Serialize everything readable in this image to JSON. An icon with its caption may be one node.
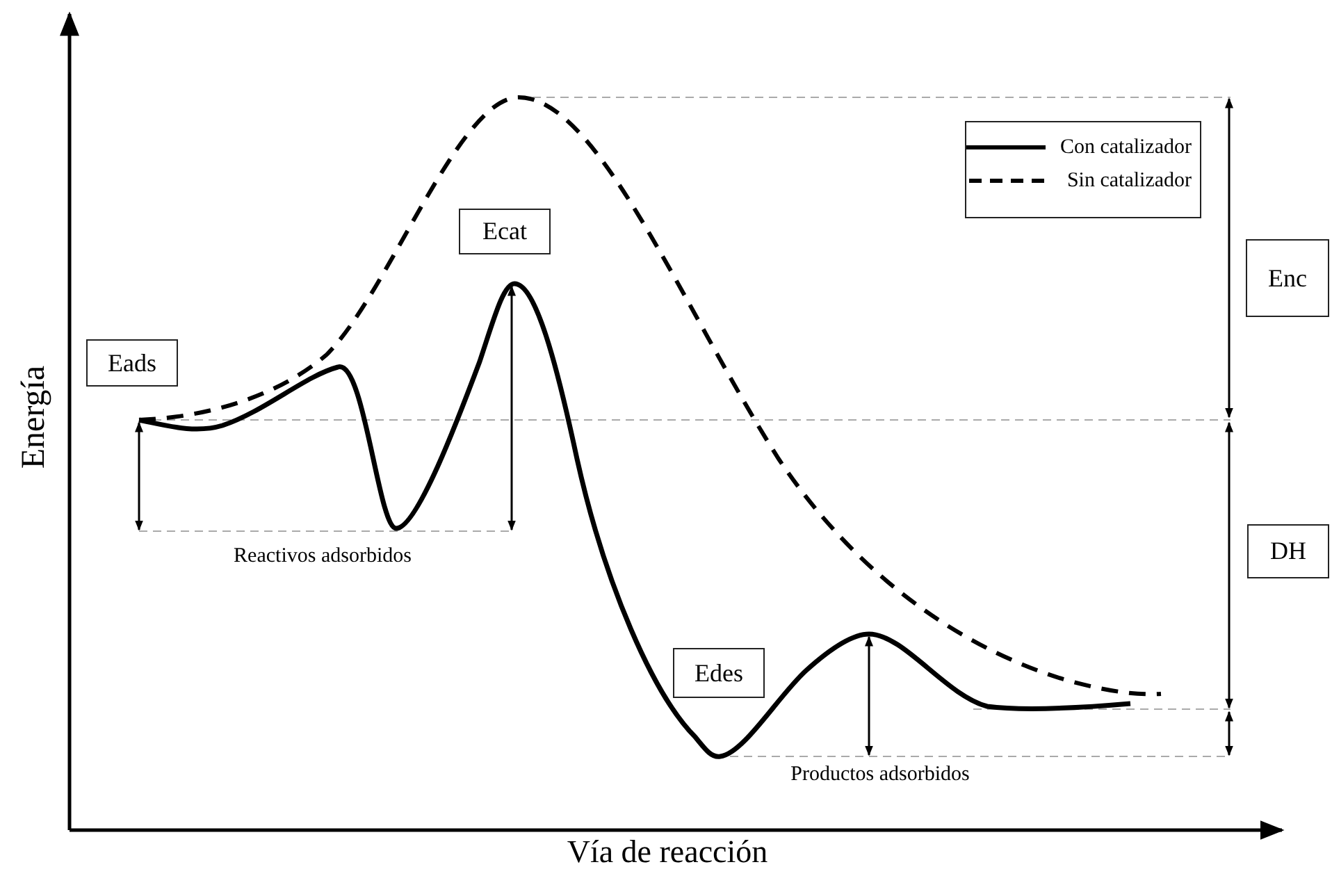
{
  "diagram": {
    "nodes": [
      {
        "text": [
          "Eads"
        ]
      },
      {
        "text": [
          "Ecat"
        ]
      },
      {
        "text": [
          "Enc"
        ]
      },
      {
        "text": [
          "DH"
        ]
      },
      {
        "text": [
          "Edes"
        ]
      }
    ],
    "labels": [
      "Energía",
      "Reactivos adsorbidos",
      "Productos adsorbidos",
      "Vía de reacción"
    ],
    "legend": [
      {
        "text": "Con catalizador"
      },
      {
        "text": "Sin catalizador"
      }
    ]
  }
}
